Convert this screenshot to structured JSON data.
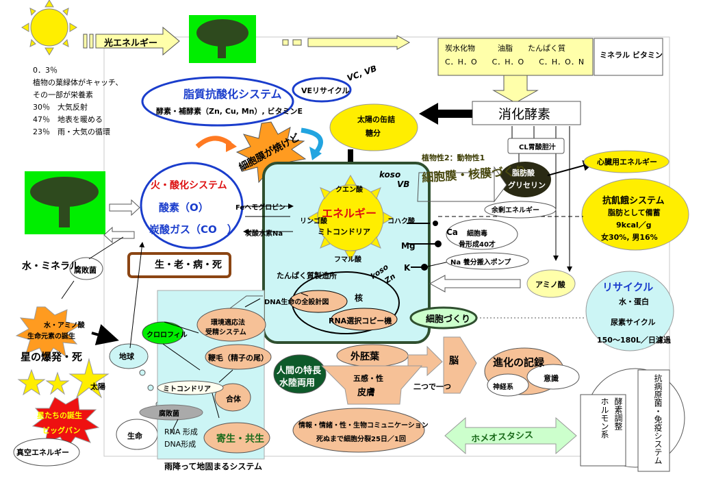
{
  "top": {
    "light_energy": "光エネルギー",
    "foods": "炭水化物　　　油脂　　たんぱく質",
    "elements": "C．H．O　　C．H．O　　C．H．O．N",
    "minerals": "ミネラル ビタミン"
  },
  "sunlight_stats": [
    "0．3％",
    "植物の葉緑体がキャッチ、",
    "その一部が栄養素",
    "30％　大気反射",
    "47％　地表を暖める",
    "23％　雨・大気の循環"
  ],
  "antioxidant": {
    "title": "脂質抗酸化システム",
    "subtitle": "酵素・補酵素（Zn, Cu, Mn）, ビタミンE",
    "ve_recycle": "VEリサイクル",
    "vc_vb": "VC, VB"
  },
  "burst_text": "細胞膜が焼けど",
  "sun_can": {
    "line1": "太陽の缶詰",
    "line2": "糖分"
  },
  "digestion": "消化酵素",
  "absorption": "CL胃酸胆汁",
  "plant_animal": "植物性2：動物性1",
  "membrane_building": "細胞膜・核膜づくり",
  "fat_acid": {
    "line1": "脂肪酸",
    "line2": "グリセリン"
  },
  "surplus_energy": "余剰エネルギー",
  "heart_energy": "心臓用エネルギー",
  "starvation": {
    "title": "抗飢餓システム",
    "line1": "脂肪として備蓄",
    "line2": "9kcal／g",
    "line3": "女30%, 男16%"
  },
  "fire_oxidation": {
    "title": "火・酸化システム",
    "oxygen": "酸素（O）",
    "co2": "炭酸ガス（CO　）"
  },
  "life_cycle": "生・老・病・死",
  "mito": {
    "energy": "エネルギー",
    "mitochondria": "ミトコンドリア",
    "citric": "クエン酸",
    "succinic": "コハク酸",
    "fumaric": "フマル酸",
    "malic": "リンゴ酸",
    "koso1": "koso",
    "vb": "VB",
    "koso2": "koso",
    "zn": "Zn"
  },
  "hemoglobin": "Feヘモグロビン",
  "carbonate": "炭酸水素Na",
  "minerals_ions": {
    "mg": "Mg",
    "k": "K",
    "ca": "Ca",
    "ca_text1": "細胞毒",
    "ca_text2": "骨形成40才",
    "na": "Na 養分搬入ポンプ"
  },
  "nucleus": {
    "protein_factory": "たんぱく質製造所",
    "dna": "DNA生命の全設計図",
    "core": "核",
    "rna": "RNA選択コピー機"
  },
  "cell_building": "細胞づくり",
  "amino": "アミノ酸",
  "recycle": {
    "title": "リサイクル",
    "line1": "水・蛋白",
    "line2": "尿素サイクル",
    "line3": "150〜180L／日濾過"
  },
  "left": {
    "water_mineral": "水・ミネラル",
    "decomposer": "腐敗菌",
    "elements_birth1": "水・アミノ酸",
    "elements_birth2": "生命元素の誕生",
    "star_explosion": "星の爆発・死",
    "earth": "地球",
    "sun": "太陽",
    "stars_birth": "星たちの誕生",
    "big_bang": "ビッグバン",
    "vacuum": "真空エネルギー"
  },
  "panel": {
    "chlorophyll": "クロロフィル",
    "env_adapt1": "環境適応法",
    "env_adapt2": "受精システム",
    "flagella": "鞭毛（精子の尾）",
    "mitochondria": "ミトコンドリア",
    "union": "合体",
    "decomposer": "腐敗菌",
    "life": "生命",
    "rna": "RNA 形成",
    "dna": "DNA形成",
    "symbiosis": "寄生・共生",
    "rain": "雨降って地固まるシステム"
  },
  "human": {
    "line1": "人間の特長",
    "line2": "水陸両用"
  },
  "ectoderm": "外胚葉",
  "senses": {
    "line1": "五感・性",
    "line2": "皮膚"
  },
  "brain": "脳",
  "two_in_one": "二つで一つ",
  "evolution": {
    "title": "進化の記録",
    "nerve": "神経系",
    "conscious": "意識"
  },
  "info_comm": {
    "line1": "情報・情緒・性・生物コミュニケーション",
    "line2": "死ぬまで細胞分裂25日／1回"
  },
  "homeostasis": "ホメオスタシス",
  "enzyme": "酵素調整",
  "hormone": "ホルモン系",
  "immune": "抗病原菌・免疫システム",
  "colors": {
    "sun": "#ffee00",
    "tree_bg": "#00ee00",
    "blue_ring": "#1a3dcc",
    "red": "#dd1111",
    "cell": "#ccf5f5",
    "salmon": "#f6c197",
    "pale_yellow": "#ffffaa",
    "pale_green": "#ccffcc",
    "arrow_yellow": "#ffffaa",
    "brown": "#8b4513"
  }
}
